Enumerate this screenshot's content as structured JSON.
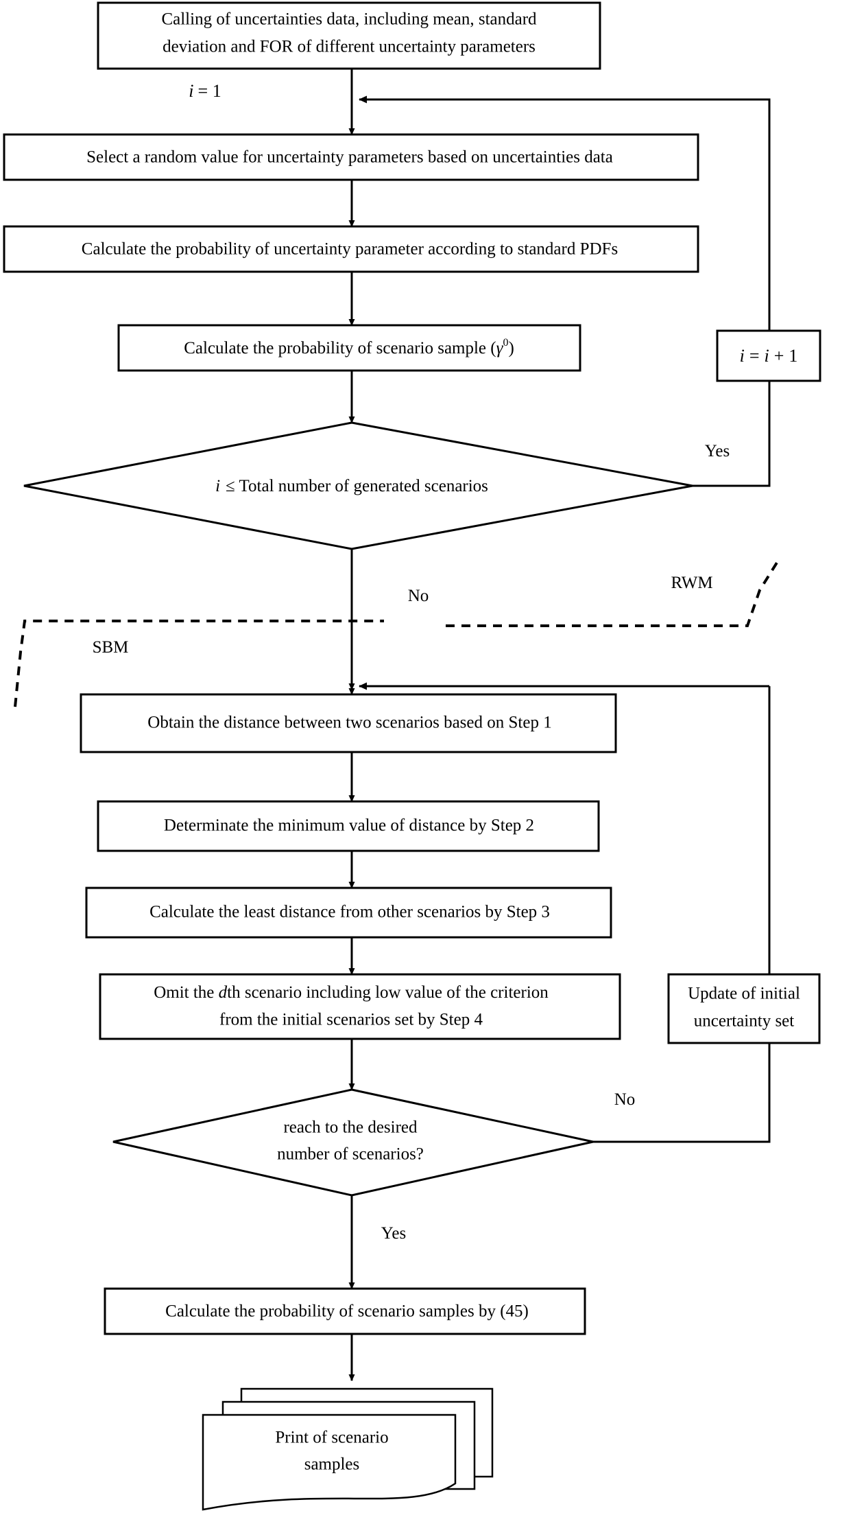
{
  "diagram": {
    "title": "Scenario generation and reduction flowchart",
    "stroke_color": "#000000",
    "fill_color": "#ffffff",
    "background": "#ffffff"
  },
  "nodes": {
    "start_box": {
      "shape": "process",
      "line1": "Calling of uncertainties data, including mean, standard",
      "line2": "deviation and FOR of different uncertainty parameters"
    },
    "select_random": {
      "shape": "process",
      "line1": "Select a random value for uncertainty parameters based on uncertainties data"
    },
    "calc_prob_param": {
      "shape": "process",
      "line1": "Calculate the probability of uncertainty parameter according to standard PDFs"
    },
    "calc_prob_sample": {
      "shape": "process",
      "line1": "Calculate the probability of scenario sample (",
      "symbol": "γ",
      "superscript": "0",
      "line1_end": ")"
    },
    "increment": {
      "shape": "process",
      "expr_i": "i",
      "expr_eq": "=",
      "expr_i2": "i",
      "expr_plus": "+",
      "expr_one": "1"
    },
    "decision_scenarios": {
      "shape": "decision",
      "text_i": "i",
      "text_rest": "≤ Total number of generated scenarios"
    },
    "obtain_distance": {
      "shape": "process",
      "line1": "Obtain the distance between two scenarios based on Step 1"
    },
    "determinate_min": {
      "shape": "process",
      "line1": "Determinate the minimum value of distance by Step 2"
    },
    "calc_least_distance": {
      "shape": "process",
      "line1": "Calculate the least distance from other scenarios by Step 3"
    },
    "omit_scenario": {
      "shape": "process",
      "line1_a": "Omit the ",
      "line1_d": "d",
      "line1_b": "th scenario including low value of the criterion",
      "line2": "from the initial scenarios set by Step 4"
    },
    "update_uncertainty": {
      "shape": "process",
      "line1": "Update of initial",
      "line2": "uncertainty set"
    },
    "decision_desired": {
      "shape": "decision",
      "line1": "reach to the desired",
      "line2": "number of scenarios?"
    },
    "calc_prob_samples_45": {
      "shape": "process",
      "line1": "Calculate the probability of scenario samples by (45)"
    },
    "print_samples": {
      "shape": "multidocument",
      "line1": "Print of scenario",
      "line2": "samples"
    }
  },
  "edge_labels": {
    "init_i": {
      "var": "i",
      "eq": "= 1"
    },
    "yes_top": "Yes",
    "no_top": "No",
    "no_bottom": "No",
    "yes_bottom": "Yes"
  },
  "region_labels": {
    "sbm": "SBM",
    "rwm": "RWM"
  }
}
